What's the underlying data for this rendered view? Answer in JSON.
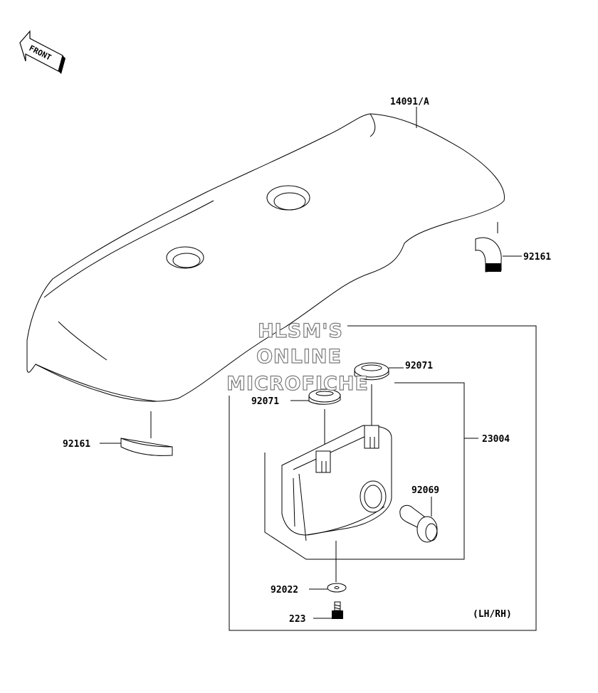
{
  "front_arrow": {
    "label": "FRONT"
  },
  "watermark": {
    "lines": [
      "HLSM'S",
      "ONLINE",
      "MICROFICHE"
    ]
  },
  "callouts": {
    "seat": "14091/A",
    "damper_right": "92161",
    "damper_left": "92161",
    "grommet_upper": "92071",
    "grommet_lower": "92071",
    "reflector_assy": "23004",
    "bulb": "92069",
    "washer": "92022",
    "screw": "223"
  },
  "variant_note": "(LH/RH)",
  "colors": {
    "line": "#000000",
    "watermark_outline": "#7a7a7a",
    "background": "#ffffff"
  }
}
